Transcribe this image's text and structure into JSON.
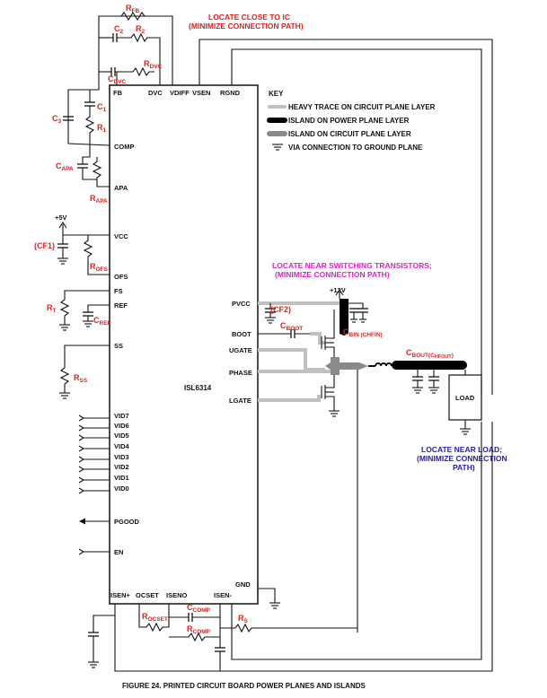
{
  "ic": {
    "name": "ISL6314",
    "pins_top": [
      "FB",
      "DVC",
      "VDIFF",
      "VSEN",
      "RGND"
    ],
    "pins_left": [
      "COMP",
      "APA",
      "VCC",
      "OFS",
      "FS",
      "REF",
      "SS"
    ],
    "vid": [
      "VID7",
      "VID6",
      "VID5",
      "VID4",
      "VID3",
      "VID2",
      "VID1",
      "VID0"
    ],
    "pgood": "PGOOD",
    "en": "EN",
    "pins_right": [
      "PVCC",
      "BOOT",
      "UGATE",
      "PHASE",
      "LGATE"
    ],
    "gnd": "GND",
    "pins_bottom": [
      "ISEN+",
      "OCSET",
      "ISENO",
      "ISEN-"
    ]
  },
  "components": {
    "rfb": "R",
    "rfb_sub": "FB",
    "c2": "C",
    "c2_sub": "2",
    "r2": "R",
    "r2_sub": "2",
    "cdvc": "C",
    "cdvc_sub": "DVC",
    "rdvc": "R",
    "rdvc_sub": "DVC",
    "c1": "C",
    "c1_sub": "1",
    "r1": "R",
    "r1_sub": "1",
    "c3": "C",
    "c3_sub": "3",
    "capa": "C",
    "capa_sub": "APA",
    "rapa": "R",
    "rapa_sub": "APA",
    "v5": "+5V",
    "cf1": "(CF1)",
    "rofs": "R",
    "rofs_sub": "OFS",
    "rt": "R",
    "rt_sub": "T",
    "cref": "C",
    "cref_sub": "REF",
    "rss": "R",
    "rss_sub": "SS",
    "cf2": "(CF2)",
    "cboot": "C",
    "cboot_sub": "BOOT",
    "v12": "+12V",
    "cbin": "C",
    "cbin_sub": "BIN",
    "cbin_note": " (CHFIN)",
    "cbout": "C",
    "cbout_sub": "BOUT(C",
    "cbout_sub2": "HFOUT",
    "cbout_tail": ")",
    "load": "LOAD",
    "rocset": "R",
    "rocset_sub": "OCSET",
    "ccomp": "C",
    "ccomp_sub": "COMP",
    "rcomp": "R",
    "rcomp_sub": "COMP",
    "rs": "R",
    "rs_sub": "S"
  },
  "notes": {
    "ic_line1": "LOCATE CLOSE TO IC",
    "ic_line2": "(MINIMIZE CONNECTION PATH)",
    "sw_line1": "LOCATE NEAR SWITCHING TRANSISTORS;",
    "sw_line2": "(MINIMIZE CONNECTION PATH)",
    "load_line1": "LOCATE NEAR LOAD;",
    "load_line2": "(MINIMIZE CONNECTION",
    "load_line3": "PATH)"
  },
  "key": {
    "title": "KEY",
    "items": [
      "HEAVY TRACE ON CIRCUIT PLANE LAYER",
      "ISLAND ON POWER PLANE LAYER",
      "ISLAND ON CIRCUIT PLANE LAYER",
      "VIA CONNECTION TO GROUND PLANE"
    ]
  },
  "colors": {
    "heavy_trace": "#c0c0c0",
    "power_island": "#000000",
    "circuit_island": "#8a8a8a",
    "red_label": "#e0201b",
    "magenta_note": "#e020c8",
    "blue_note": "#2020b0"
  },
  "caption": "FIGURE 24.  PRINTED CIRCUIT BOARD POWER PLANES AND ISLANDS"
}
